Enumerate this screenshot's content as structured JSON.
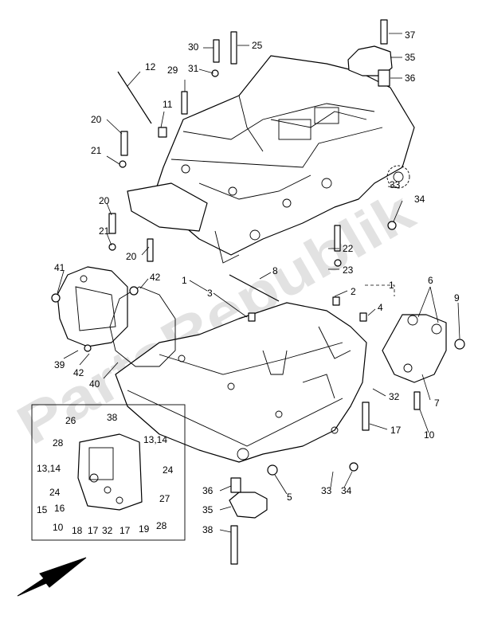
{
  "callouts": [
    {
      "id": "l37a",
      "text": "37"
    },
    {
      "id": "l35a",
      "text": "35"
    },
    {
      "id": "l36a",
      "text": "36"
    },
    {
      "id": "l30",
      "text": "30"
    },
    {
      "id": "l25",
      "text": "25"
    },
    {
      "id": "l31",
      "text": "31"
    },
    {
      "id": "l29",
      "text": "29"
    },
    {
      "id": "l12",
      "text": "12"
    },
    {
      "id": "l11",
      "text": "11"
    },
    {
      "id": "l20a",
      "text": "20"
    },
    {
      "id": "l21a",
      "text": "21"
    },
    {
      "id": "l20b",
      "text": "20"
    },
    {
      "id": "l21b",
      "text": "21"
    },
    {
      "id": "l20c",
      "text": "20"
    },
    {
      "id": "l33a",
      "text": "33"
    },
    {
      "id": "l34a",
      "text": "34"
    },
    {
      "id": "l22",
      "text": "22"
    },
    {
      "id": "l23",
      "text": "23"
    },
    {
      "id": "l8",
      "text": "8"
    },
    {
      "id": "l1a",
      "text": "1"
    },
    {
      "id": "l3",
      "text": "3"
    },
    {
      "id": "l42a",
      "text": "42"
    },
    {
      "id": "l41",
      "text": "41"
    },
    {
      "id": "l2",
      "text": "2"
    },
    {
      "id": "l1b",
      "text": "1"
    },
    {
      "id": "l4",
      "text": "4"
    },
    {
      "id": "l6",
      "text": "6"
    },
    {
      "id": "l9",
      "text": "9"
    },
    {
      "id": "l39",
      "text": "39"
    },
    {
      "id": "l42b",
      "text": "42"
    },
    {
      "id": "l40",
      "text": "40"
    },
    {
      "id": "l7",
      "text": "7"
    },
    {
      "id": "l32a",
      "text": "32"
    },
    {
      "id": "l17a",
      "text": "17"
    },
    {
      "id": "l10a",
      "text": "10"
    },
    {
      "id": "l5",
      "text": "5"
    },
    {
      "id": "l33b",
      "text": "33"
    },
    {
      "id": "l34b",
      "text": "34"
    },
    {
      "id": "l36b",
      "text": "36"
    },
    {
      "id": "l35b",
      "text": "35"
    },
    {
      "id": "l38a",
      "text": "38"
    }
  ],
  "inset": {
    "labels": [
      {
        "id": "i26",
        "text": "26"
      },
      {
        "id": "i38",
        "text": "38"
      },
      {
        "id": "i28a",
        "text": "28"
      },
      {
        "id": "i1314a",
        "text": "13,14"
      },
      {
        "id": "i1314b",
        "text": "13,14"
      },
      {
        "id": "i24a",
        "text": "24"
      },
      {
        "id": "i24b",
        "text": "24"
      },
      {
        "id": "i27",
        "text": "27"
      },
      {
        "id": "i15",
        "text": "15"
      },
      {
        "id": "i16",
        "text": "16"
      },
      {
        "id": "i28b",
        "text": "28"
      },
      {
        "id": "i10",
        "text": "10"
      },
      {
        "id": "i18",
        "text": "18"
      },
      {
        "id": "i17a",
        "text": "17"
      },
      {
        "id": "i32",
        "text": "32"
      },
      {
        "id": "i17b",
        "text": "17"
      },
      {
        "id": "i19",
        "text": "19"
      }
    ]
  },
  "watermark": "PartsRepublik",
  "direction_arrow": "front-arrow-icon"
}
